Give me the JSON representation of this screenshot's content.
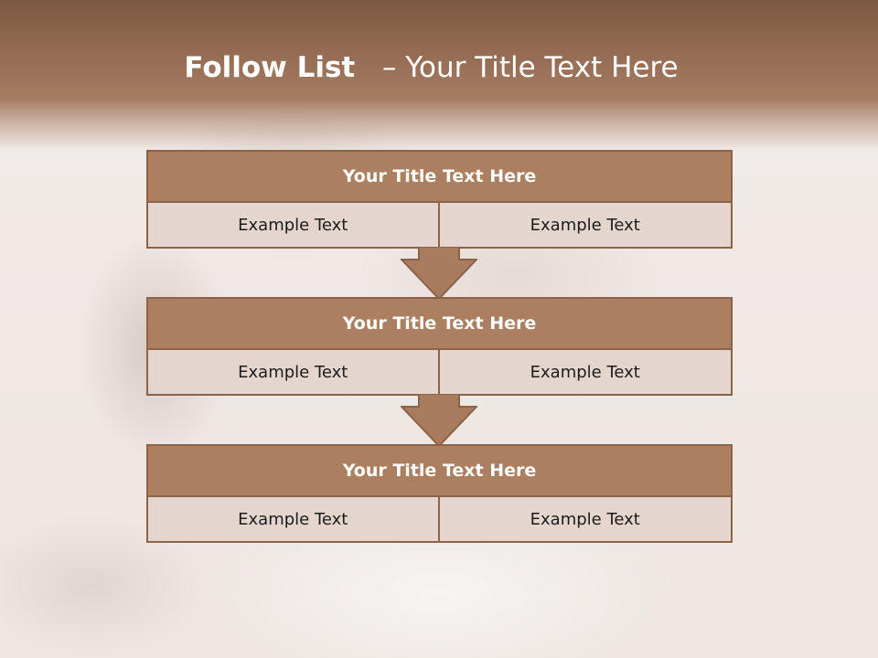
{
  "slide": {
    "title_bold": "Follow List",
    "title_rest": "– Your Title Text Here"
  },
  "blocks": [
    {
      "title": "Your Title Text Here",
      "left": "Example Text",
      "right": "Example Text"
    },
    {
      "title": "Your Title Text Here",
      "left": "Example Text",
      "right": "Example Text"
    },
    {
      "title": "Your Title Text Here",
      "left": "Example Text",
      "right": "Example Text"
    }
  ],
  "colors": {
    "header": "#a57c62",
    "block_title": "#ac7f61",
    "cell": "#e4d6cf",
    "border": "#8c6347"
  }
}
